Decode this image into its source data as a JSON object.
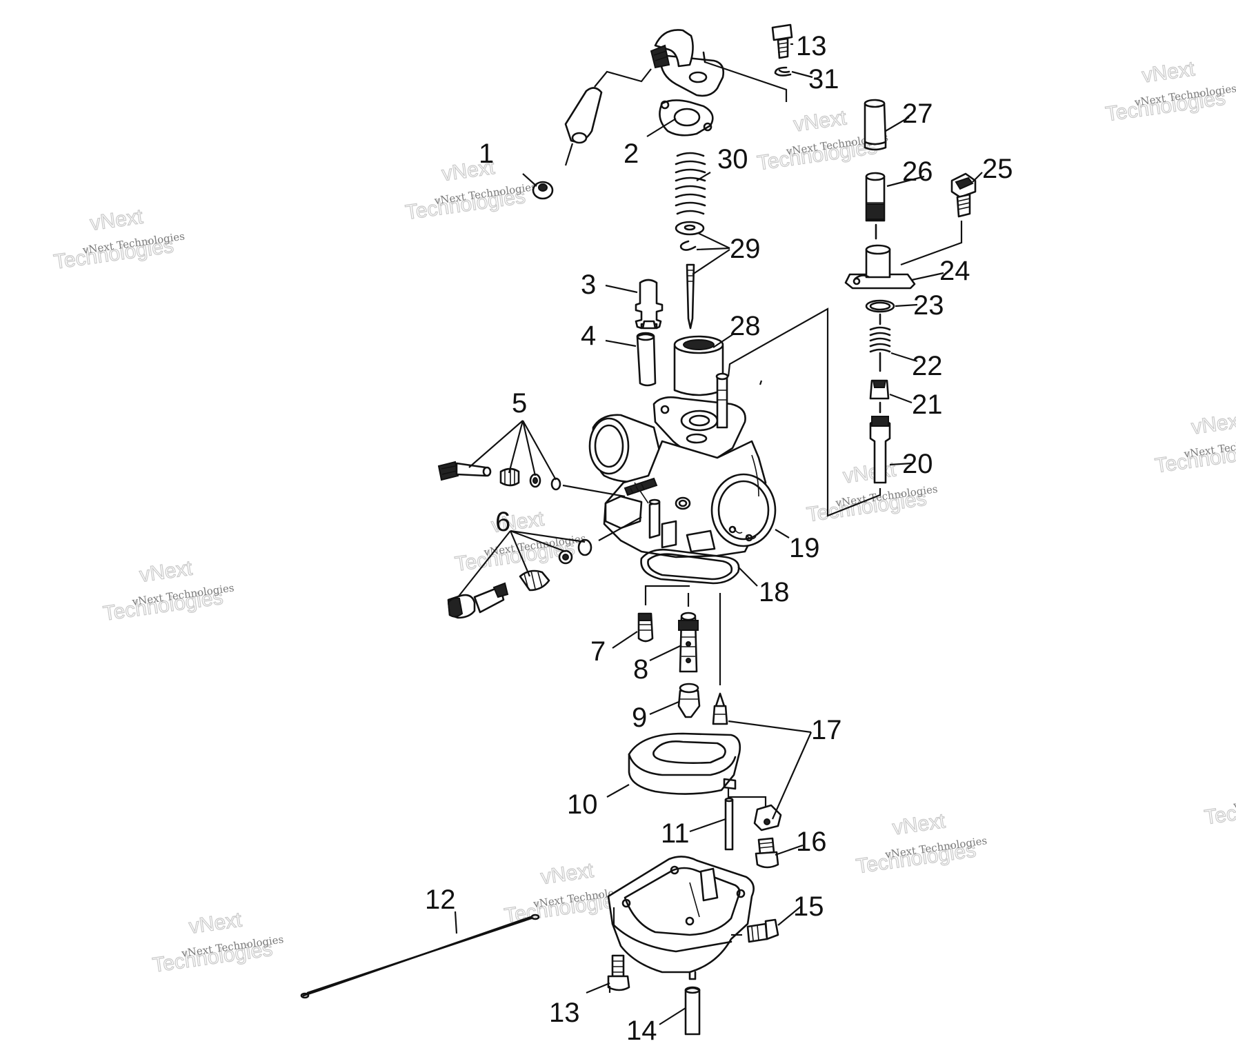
{
  "watermark": {
    "line1": "vNext Technologies",
    "line2": "vNext",
    "line3": "Technologies"
  },
  "labels": [
    "1",
    "2",
    "3",
    "4",
    "5",
    "6",
    "7",
    "8",
    "9",
    "10",
    "11",
    "12",
    "13",
    "13",
    "14",
    "15",
    "16",
    "17",
    "18",
    "19",
    "20",
    "21",
    "22",
    "23",
    "24",
    "25",
    "26",
    "27",
    "28",
    "29",
    "30",
    "31"
  ]
}
